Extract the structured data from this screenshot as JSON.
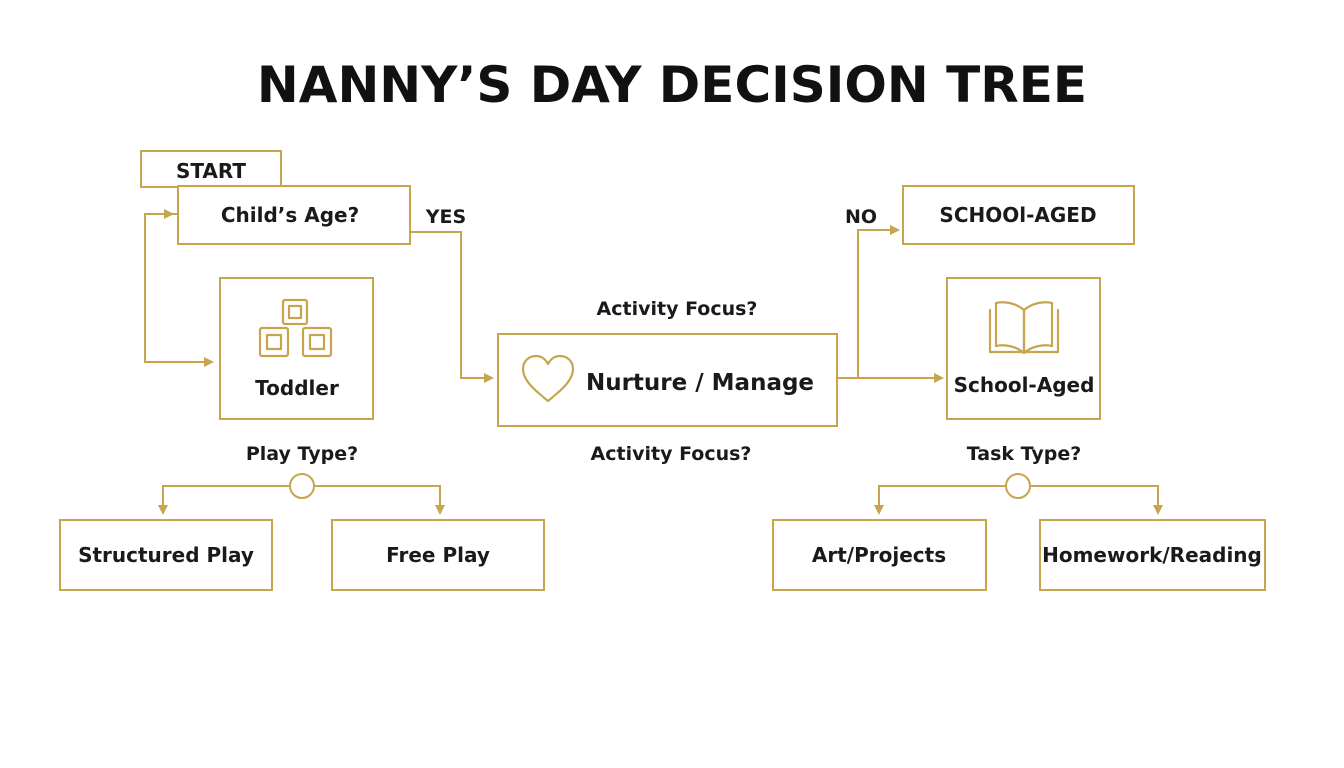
{
  "title": "NANNY’S DAY DECISION TREE",
  "accent_color": "#c7a54e",
  "nodes": {
    "start": "START",
    "childs_age": "Child’s Age?",
    "toddler": "Toddler",
    "nurture": "Nurture / Manage",
    "school_aged_top": "SCHOOl-AGED",
    "school_aged": "School-Aged",
    "structured_play": "Structured Play",
    "free_play": "Free Play",
    "art_projects": "Art/Projects",
    "homework_reading": "Homework/Reading"
  },
  "questions": {
    "activity_focus_top": "Activity Focus?",
    "activity_focus_bottom": "Activity Focus?",
    "play_type": "Play Type?",
    "task_type": "Task Type?"
  },
  "edges": {
    "yes": "YES",
    "no": "NO"
  },
  "icons": {
    "toddler": "blocks-icon",
    "nurture": "heart-icon",
    "school_aged": "open-book-icon"
  }
}
